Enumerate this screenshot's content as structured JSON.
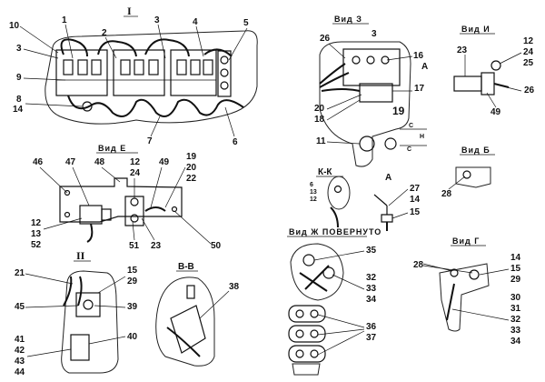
{
  "colors": {
    "ink": "#111111",
    "paper": "#ffffff"
  },
  "views": {
    "section_I": {
      "title": "I",
      "callouts": [
        "10",
        "1",
        "2",
        "3",
        "4",
        "5",
        "3",
        "9",
        "8",
        "14",
        "7",
        "6"
      ]
    },
    "view_E": {
      "title": "Вид Е",
      "callouts": [
        "46",
        "47",
        "48",
        "12",
        "24",
        "49",
        "19",
        "20",
        "22",
        "12",
        "13",
        "52",
        "51",
        "23",
        "50"
      ]
    },
    "section_II": {
      "title": "II",
      "callouts": [
        "21",
        "15",
        "29",
        "45",
        "39",
        "40",
        "41",
        "42",
        "43",
        "44"
      ]
    },
    "section_BB": {
      "title": "B-B",
      "callouts": [
        "38"
      ]
    },
    "view_Z": {
      "title": "Вид З",
      "callouts": [
        "3",
        "26",
        "16",
        "A",
        "17",
        "20",
        "18",
        "19",
        "11",
        "C",
        "H",
        "C"
      ]
    },
    "view_I": {
      "title": "Вид И",
      "callouts": [
        "23",
        "12",
        "24",
        "25",
        "26",
        "49"
      ]
    },
    "view_B": {
      "title": "Вид Б",
      "callouts": [
        "28"
      ]
    },
    "section_KK": {
      "title": "К-К",
      "callouts": [
        "6",
        "13",
        "12"
      ]
    },
    "detail_A": {
      "title": "A",
      "callouts": [
        "27",
        "14",
        "15"
      ]
    },
    "view_Zh": {
      "title": "Вид Ж ПОВЕРНУТО",
      "callouts": [
        "35",
        "32",
        "33",
        "34",
        "36",
        "37"
      ]
    },
    "view_G": {
      "title": "Вид Г",
      "callouts": [
        "14",
        "15",
        "29",
        "28",
        "30",
        "31",
        "32",
        "33",
        "34"
      ]
    }
  }
}
